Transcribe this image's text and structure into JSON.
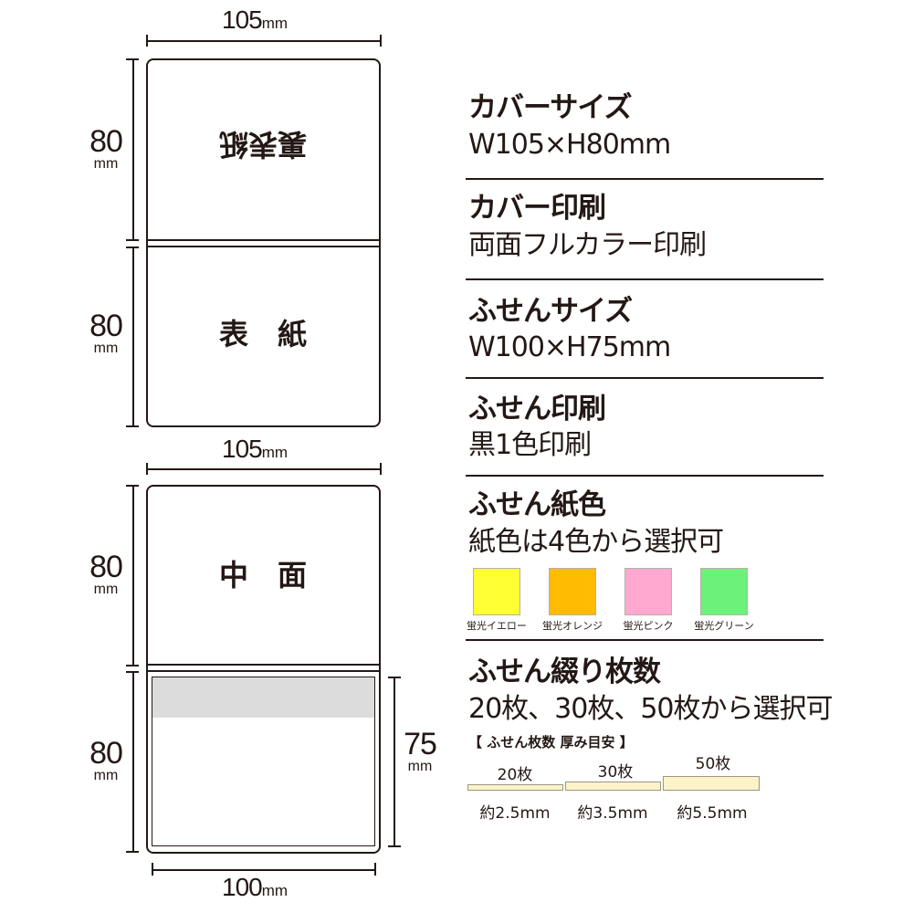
{
  "dimensions": {
    "top_width": "105",
    "middle_width": "105",
    "bottom_width": "100",
    "height_1": "80",
    "height_2": "80",
    "height_3": "80",
    "height_4": "80",
    "sticky_height": "75",
    "unit": "mm"
  },
  "panels": {
    "back_cover_label": "裏表紙",
    "front_cover_label": "表　紙",
    "inner_label": "中　面"
  },
  "specs": [
    {
      "title": "カバーサイズ",
      "value": "W105×H80mm"
    },
    {
      "title": "カバー印刷",
      "value": "両面フルカラー印刷"
    },
    {
      "title": "ふせんサイズ",
      "value": "W100×H75mm"
    },
    {
      "title": "ふせん印刷",
      "value": "黒1色印刷"
    },
    {
      "title": "ふせん紙色",
      "value": "紙色は4色から選択可"
    },
    {
      "title": "ふせん綴り枚数",
      "value": "20枚、30枚、50枚から選択可"
    }
  ],
  "paper_colors": [
    {
      "name": "蛍光イエロー",
      "color": "#ffff33"
    },
    {
      "name": "蛍光オレンジ",
      "color": "#ffbb00"
    },
    {
      "name": "蛍光ピンク",
      "color": "#ffa9d0"
    },
    {
      "name": "蛍光グリーン",
      "color": "#6cf27a"
    }
  ],
  "thickness": {
    "heading": "【 ふせん枚数 厚み目安 】",
    "items": [
      {
        "count": "20枚",
        "thickness": "約2.5mm",
        "mm": 2.5
      },
      {
        "count": "30枚",
        "thickness": "約3.5mm",
        "mm": 3.5
      },
      {
        "count": "50枚",
        "thickness": "約5.5mm",
        "mm": 5.5
      }
    ]
  }
}
